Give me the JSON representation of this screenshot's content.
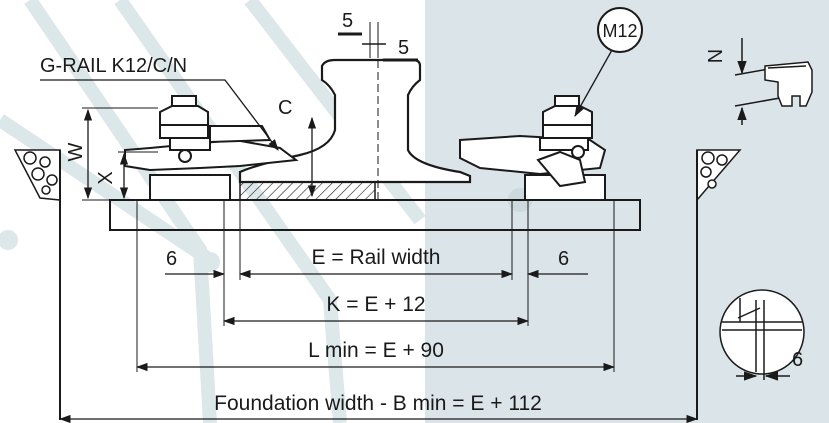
{
  "labels": {
    "five_top": "5",
    "five_right": "5",
    "m12": "M12",
    "grail": "G-RAIL K12/C/N",
    "c": "C",
    "w": "W",
    "x": "X",
    "n": "N",
    "six_left": "6",
    "six_right": "6",
    "six_detail": "6",
    "e_dim": "E = Rail width",
    "k_dim": "K = E + 12",
    "l_dim": "L min = E + 90",
    "b_dim": "Foundation width - B min = E + 112"
  },
  "colors": {
    "background_left": "#ffffff",
    "background_right": "#dbe4e8",
    "line": "#1a1a1a",
    "watermark": "#d4e2e6"
  }
}
